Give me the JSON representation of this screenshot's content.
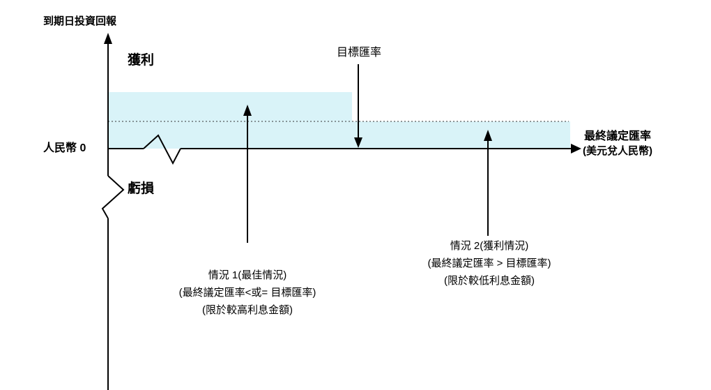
{
  "figure": {
    "y_axis_label": "到期日投資回報",
    "profit_label": "獲利",
    "loss_label": "虧損",
    "origin_label": "人民幣 0",
    "target_rate_label": "目標匯率",
    "x_axis_label_line1": "最終議定匯率",
    "x_axis_label_line2": "(美元兌人民幣)",
    "scenario1": {
      "title": "情況 1(最佳情況)",
      "condition": "(最終議定匯率<或= 目標匯率)",
      "note": "(限於較高利息金額)"
    },
    "scenario2": {
      "title": "情況 2(獲利情況)",
      "condition": "(最終議定匯率 > 目標匯率)",
      "note": "(限於較低利息金額)"
    },
    "colors": {
      "band_fill": "#d9f3f8",
      "axis_color": "#000000",
      "dotted_line_color": "#333333"
    }
  }
}
